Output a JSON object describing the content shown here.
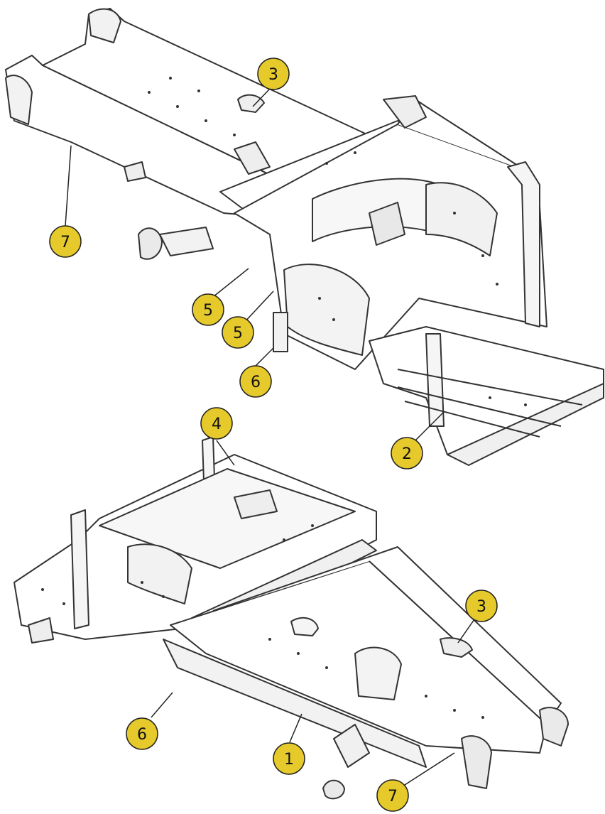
{
  "callout_style": {
    "fill": "#e6c92a",
    "stroke": "#222222"
  },
  "callouts": [
    {
      "id": "callout-3-top",
      "label": "3"
    },
    {
      "id": "callout-7-top",
      "label": "7"
    },
    {
      "id": "callout-5-a",
      "label": "5"
    },
    {
      "id": "callout-5-b",
      "label": "5"
    },
    {
      "id": "callout-6-top",
      "label": "6"
    },
    {
      "id": "callout-2",
      "label": "2"
    },
    {
      "id": "callout-4",
      "label": "4"
    },
    {
      "id": "callout-3-bottom",
      "label": "3"
    },
    {
      "id": "callout-6-bottom",
      "label": "6"
    },
    {
      "id": "callout-1",
      "label": "1"
    },
    {
      "id": "callout-7-bottom",
      "label": "7"
    }
  ]
}
